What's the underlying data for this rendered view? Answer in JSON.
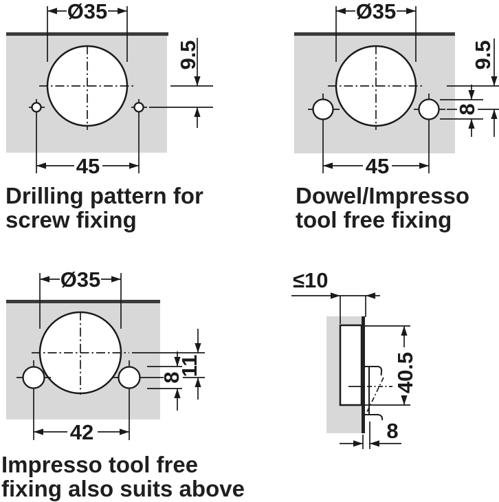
{
  "colors": {
    "background": "#ffffff",
    "panel_fill": "#d8d8d8",
    "panel_edge_line": "#3a3a3a",
    "drawing_line": "#1a1a1a",
    "text": "#1f1f1f"
  },
  "diagrams": {
    "screw": {
      "caption_line1": "Drilling pattern for",
      "caption_line2": "screw fixing",
      "cup_diameter": "Ø35",
      "vertical_offset": "9.5",
      "hole_spacing": "45"
    },
    "dowel": {
      "caption_line1": "Dowel/Impresso",
      "caption_line2": "tool free fixing",
      "cup_diameter": "Ø35",
      "vertical_offset": "9.5",
      "dowel_diameter": "8",
      "hole_spacing": "45"
    },
    "impresso": {
      "caption_line1": "Impresso tool free",
      "caption_line2": "fixing also suits above",
      "cup_diameter": "Ø35",
      "vertical_offset": "11",
      "dowel_diameter": "8",
      "hole_spacing": "42"
    },
    "side": {
      "max_panel_thickness": "≤10",
      "arm_height": "40.5",
      "arm_offset": "8"
    }
  }
}
